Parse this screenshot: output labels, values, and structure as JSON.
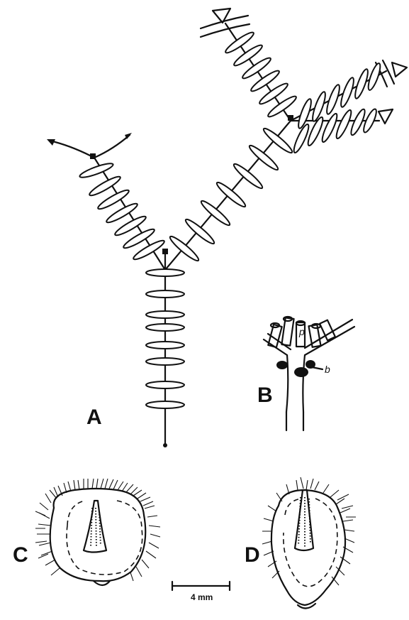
{
  "panels": {
    "a": "A",
    "b": "B",
    "c": "C",
    "d": "D"
  },
  "panel_b_labels": {
    "p": "p",
    "b": "b"
  },
  "scale_bar": {
    "label": "4 mm"
  }
}
